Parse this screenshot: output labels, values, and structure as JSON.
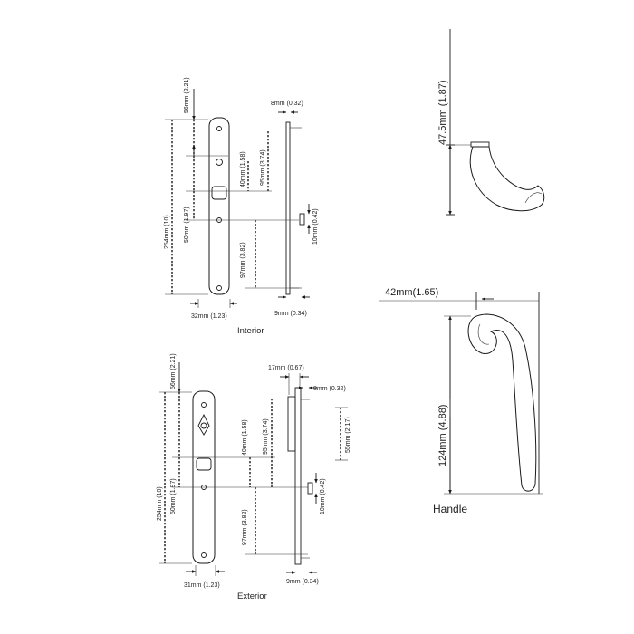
{
  "interior": {
    "caption": "Interior",
    "dims": {
      "top": "56mm (2.21)",
      "total": "254mm (10)",
      "mid": "50mm (1.97)",
      "cc_a": "40mm (1.58)",
      "cc_b": "95mm (3.74)",
      "low": "97mm (3.82)",
      "spindle": "8mm (0.32)",
      "screw": "10mm (0.42)",
      "bottom": "9mm (0.34)",
      "width": "32mm (1.23)"
    }
  },
  "exterior": {
    "caption": "Exterior",
    "dims": {
      "top": "56mm (2.21)",
      "total": "254mm (10)",
      "mid": "50mm (1.97)",
      "cc_a": "40mm (1.58)",
      "cc_b": "95mm (3.74)",
      "low": "97mm (3.82)",
      "offset": "17mm (0.67)",
      "spindle": "8mm (0.32)",
      "block": "55mm (2.17)",
      "screw": "10mm (0.42)",
      "bottom": "9mm (0.34)",
      "width": "31mm (1.23)"
    }
  },
  "handle": {
    "caption": "Handle",
    "height": "47.5mm (1.87)",
    "projection": "42mm(1.65)",
    "length": "124mm (4.88)"
  }
}
